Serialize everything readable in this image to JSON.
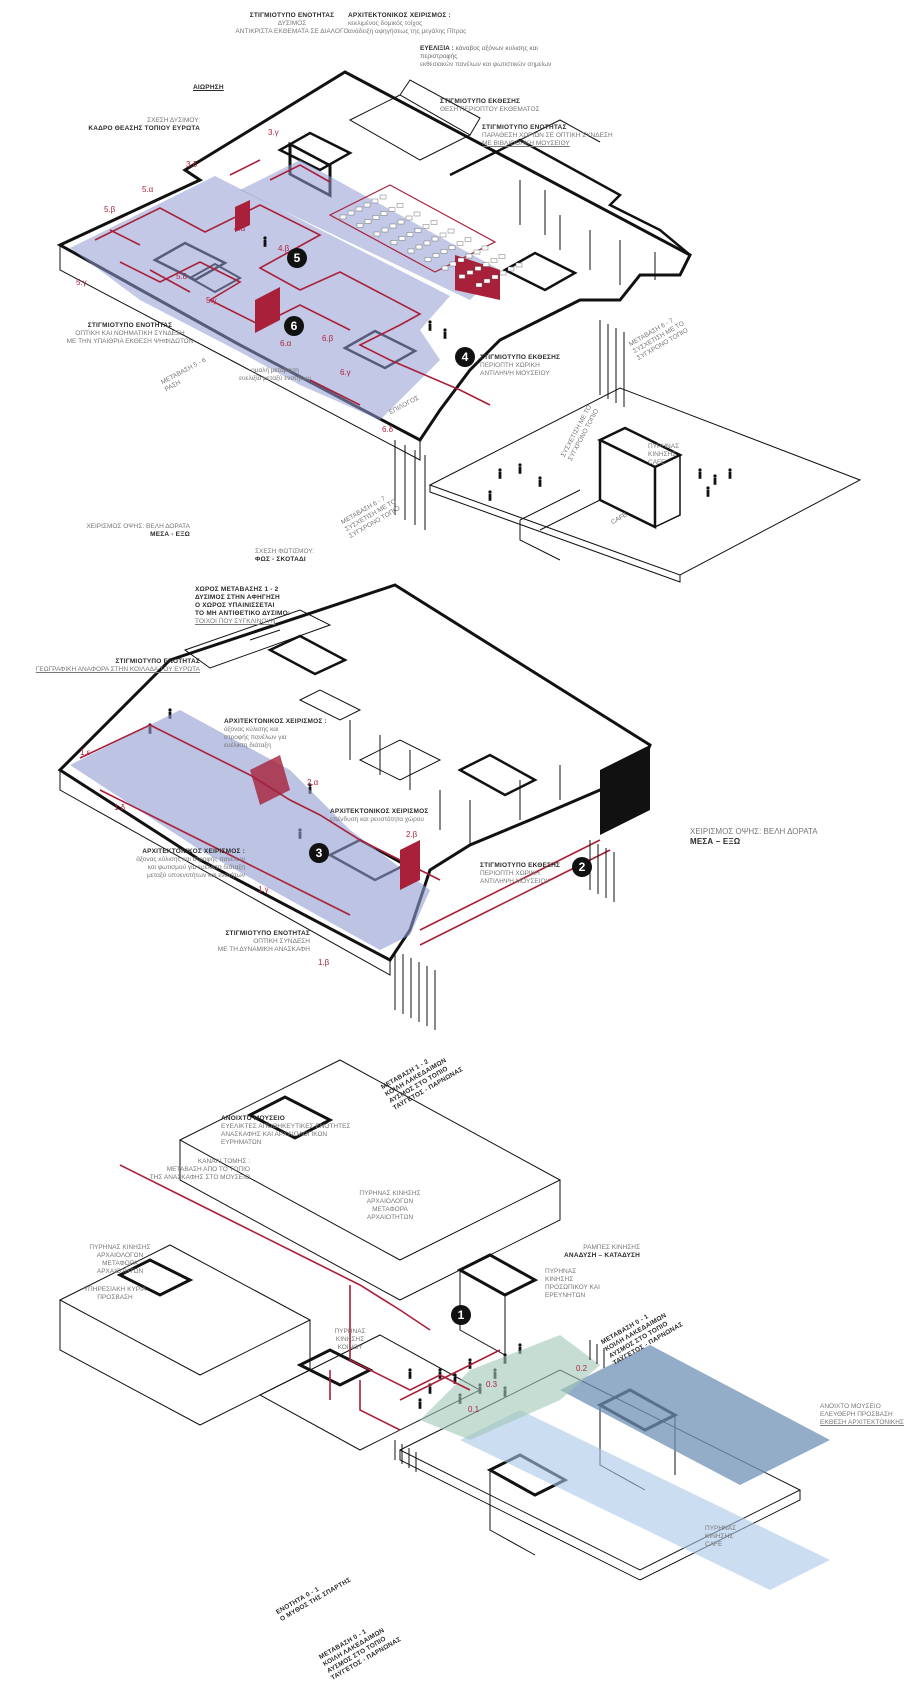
{
  "top_diagram": {
    "stigmiotypo_enotitas_1": {
      "title": "ΣΤΙΓΜΙΟΤΥΠΟ ΕΝΟΤΗΤΑΣ",
      "line1": "ΔΥΣΙΜΟΣ",
      "line2": "ΑΝΤΙΚΡΙΣΤΑ ΕΚΘΕΜΑΤΑ ΣΕ ΔΙΑΛΟΓΟ"
    },
    "arch_cheirismos_1": {
      "title": "ΑΡΧΙΤΕΚΤΟΝΙΚΟΣ ΧΕΙΡΙΣΜΟΣ :",
      "line1": "κεκλιμένος δομικός τοίχος",
      "line2": "ανάδειξη αφηγήσεως της μεγάλης Πίτρας"
    },
    "eyelexia": {
      "title": "ΕΥΕΛΙΞΙΑ :",
      "line1": "κάναβος αξόνων κυλισης και περιστροφής",
      "line2": "εκθεσιακών πανέλων και φωτιστικών σημείων"
    },
    "aiorisi": "ΑΙΩΡΗΣΗ",
    "scheseis_dysimou": {
      "title": "ΣΧΕΣΗ ΔΥΣΙΜΟΥ:",
      "line1": "ΚΑΔΡΟ ΘΕΑΣΗΣ ΤΟΠΙΟΥ ΕΥΡΩΤΑ"
    },
    "stigmiotypo_ekthesis_1": {
      "title": "ΣΤΙΓΜΙΟΤΥΠΟ ΕΚΘΕΣΗΣ",
      "line1": "ΘΕΣΗ ΠΕΡΙΟΠΤΟΥ ΕΚΘΕΜΑΤΟΣ"
    },
    "stigmiotypo_enotitas_2": {
      "title": "ΣΤΙΓΜΙΟΤΥΠΟ ΕΝΟΤΗΤΑΣ",
      "line1": "ΠΑΡΑΘΕΣΗ ΧΩΡΙΩΝ ΣΕ ΟΠΤΙΚΗ ΣΥΝΔΕΣΗ",
      "line2": "ΜΕ ΒΙΒΛΙΟΘΗΚΗ ΜΟΥΣΕΙΟΥ"
    },
    "stigmiotypo_enotitas_3": {
      "title": "ΣΤΙΓΜΙΟΤΥΠΟ ΕΝΟΤΗΤΑΣ",
      "line1": "ΟΠΤΙΚΗ ΚΑΙ ΝΟΗΜΑΤΙΚΗ ΣΥΝΔΕΣΗ",
      "line2": "ΜΕ ΤΗΝ ΥΠΑΙΘΡΙΑ ΕΚΘΕΣΗ ΨΗΦΙΔΩΤΩΝ"
    },
    "stigmiotypo_ekthesis_2": {
      "title": "ΣΤΙΓΜΙΟΤΥΠΟ ΕΚΘΕΣΗΣ",
      "line1": "ΠΕΡΙΟΠΤΗ ΧΩΡΙΚΗ",
      "line2": "ΑΝΤΙΛΗΨΗ ΜΟΥΣΕΙΟΥ"
    },
    "metavasi_56": {
      "line1": "ΜΕΤΑΒΑΣΗ 5 - 6",
      "line2": "ΡΑΣΗ"
    },
    "omali_metavasi": {
      "line1": "ομαλή μετάβαση",
      "line2": "ευελιξία μεταξύ ενοτήτων"
    },
    "metavasi_67": {
      "line1": "ΜΕΤΑΒΑΣΗ 6 - 7",
      "line2": "ΣΥΣΧΕΤΙΣΗ ΜΕ ΤΟ",
      "line3": "ΣΥΓΧΡΟΝΟ ΤΟΠΙΟ"
    },
    "metavasi_67b": {
      "line1": "ΜΕΤΑΒΑΣΗ 6 - 7",
      "line2": "ΣΥΣΧΕΤΙΣΗ ΜΕ ΤΟ",
      "line3": "ΣΥΓΧΡΟΝΟ ΤΟΠΙΟ"
    },
    "syschetisi": {
      "line1": "ΣΥΣΧΕΤΙΣΗ ΜΕ ΤΟ",
      "line2": "ΣΥΓΧΡΟΝΟ ΤΟΠΙΟ"
    },
    "pyrinas_kinisis": {
      "line1": "ΠΥΡΗΝΑΣ",
      "line2": "ΚΙΝΗΣΗΣ",
      "line3": "CAFE"
    },
    "cafe": "CAFE",
    "epilogos": "ΕΠΙΛΟΓΟΣ",
    "space_tags": [
      "3.γ",
      "3.δ",
      "5.α",
      "5.β",
      "4.α",
      "4.β",
      "5.γ",
      "5.δ",
      "5.γ",
      "6.α",
      "6.β",
      "6.γ",
      "6.δ"
    ],
    "numbers": [
      "5",
      "6",
      "4"
    ]
  },
  "middle_diagram": {
    "cheirismos_opsis_1": {
      "line1": "ΧΕΙΡΙΣΜΟΣ ΟΨΗΣ: ΒΕΛΗ ΔΟΡΑΤΑ",
      "line2": "ΜΕΣΑ - ΕΞΩ"
    },
    "schesi_fotismou": {
      "line1": "ΣΧΕΣΗ ΦΩΤΙΣΜΟΥ:",
      "line2": "ΦΩΣ - ΣΚΟΤΑΔΙ"
    },
    "choros_metavasis": {
      "line1": "ΧΩΡΟΣ ΜΕΤΑΒΑΣΗΣ 1 - 2",
      "line2": "ΔΥΣΙΜΟΣ ΣΤΗΝ ΑΦΗΓΗΣΗ",
      "line3": "Ο ΧΩΡΟΣ ΥΠΑΙΝΙΣΣΕΤΑΙ",
      "line4": "ΤΟ ΜΗ ΑΝΤΙΘΕΤΙΚΟ ΔΥΣΙΜΟ:",
      "line5": "ΤΟΙΧΟΙ ΠΟΥ ΣΥΓΚΛΙΝΟΥΝ"
    },
    "stigmiotypo_enotitas_4": {
      "title": "ΣΤΙΓΜΙΟΤΥΠΟ ΕΝΟΤΗΤΑΣ",
      "line1": "ΓΕΩΓΡΑΦΙΚΗ ΑΝΑΦΟΡΑ ΣΤΗΝ ΚΟΙΛΑΔΑ ΤΟΥ ΕΥΡΩΤΑ"
    },
    "arch_cheirismos_2": {
      "title": "ΑΡΧΙΤΕΚΤΟΝΙΚΟΣ ΧΕΙΡΙΣΜΟΣ :",
      "line1": "άξονας κύλισης και",
      "line2": "στροφής πανέλων για",
      "line3": "ευέλικτη διάταξη"
    },
    "arch_cheirismos_3": {
      "title": "ΑΡΧΙΤΕΚΤΟΝΙΚΟΣ ΧΕΙΡΙΣΜΟΣ",
      "line1": "επένδυση και ρευστότητα χώρου"
    },
    "arch_cheirismos_4": {
      "title": "ΑΡΧΙΤΕΚΤΟΝΙΚΟΣ ΧΕΙΡΙΣΜΟΣ :",
      "line1": "άξονας κύλισης και στροφής πανέλων",
      "line2": "και φωτισμού για ευέλικτη διάταξη",
      "line3": "μεταξύ υποενοτήτων και ενοτήτων"
    },
    "cheirismos_opsis_2": {
      "line1": "ΧΕΙΡΙΣΜΟΣ ΟΨΗΣ: ΒΕΛΗ ΔΟΡΑΤΑ",
      "line2": "ΜΕΣΑ – ΕΞΩ"
    },
    "stigmiotypo_ekthesis_3": {
      "title": "ΣΤΙΓΜΙΟΤΥΠΟ ΕΚΘΕΣΗΣ",
      "line1": "ΠΕΡΙΟΠΤΗ ΧΩΡΙΚΗ",
      "line2": "ΑΝΤΙΛΗΨΗ ΜΟΥΣΕΙΟΥ"
    },
    "stigmiotypo_enotitas_5": {
      "title": "ΣΤΙΓΜΙΟΤΥΠΟ ΕΝΟΤΗΤΑΣ",
      "line1": "ΟΠΤΙΚΗ ΣΥΝΔΕΣΗ",
      "line2": "ΜΕ ΤΗ ΔΥΝΑΜΙΚΗ ΑΝΑΣΚΑΦΗ"
    },
    "metavasi_12": {
      "line1": "ΜΕΤΑΒΑΣΗ 1 - 2",
      "line2": "ΚΟΙΛΗ ΛΑΚΕΔΑΙΜΩΝ",
      "line3": "ΑΥΣΜΟΣ ΣΤΟ ΤΟΠΙΟ",
      "line4": "ΤΑΫΓΕΤΟΣ - ΠΑΡΝΩΝΑΣ"
    },
    "space_tags": [
      "1.ε",
      "1.δ",
      "2.α",
      "2.β",
      "1.γ",
      "1.β"
    ],
    "numbers": [
      "3",
      "2"
    ]
  },
  "bottom_diagram": {
    "anoixto_mouseio_1": {
      "title": "ΑΝΟΙΧΤΟ ΜΟΥΣΕΙΟ",
      "line1": "ΕΥΕΛΙΚΤΕΣ ΑΠΟΘΗΚΕΥΤΙΚΕΣ ΕΝΟΤΗΤΕΣ",
      "line2": "ΑΝΑΣΚΑΦΗΣ ΚΑΙ ΑΡΧΑΙΟΛΟΓΙΚΩΝ ΕΥΡΗΜΑΤΩΝ"
    },
    "kanali_tomis": {
      "line1": "ΚΑΝΑΛΙ ΤΟΜΗΣ :",
      "line2": "ΜΕΤΑΒΑΣΗ ΑΠΟ ΤΟ ΤΟΠΙΟ",
      "line3": "ΤΗΣ ΑΝΑΣΚΑΦΗΣ ΣΤΟ ΜΟΥΣΕΙΟ"
    },
    "pyrinas_kinisis_archaiologon": {
      "line1": "ΠΥΡΗΝΑΣ ΚΙΝΗΣΗΣ",
      "line2": "ΑΡΧΑΙΟΛΟΓΩΝ",
      "line3": "ΜΕΤΑΦΟΡΑ",
      "line4": "ΑΡΧΑΙΟΤΗΤΩΝ"
    },
    "rampes_kinisis": {
      "line1": "ΡΑΜΠΕΣ ΚΙΝΗΣΗΣ",
      "line2": "ΑΝΑΔΥΣΗ – ΚΑΤΑΔΥΣΗ"
    },
    "pyrinas_left": {
      "line1": "ΠΥΡΗΝΑΣ ΚΙΝΗΣΗΣ",
      "line2": "ΑΡΧΑΙΟΛΟΓΩΝ",
      "line3": "ΜΕΤΑΦΟΡΑ",
      "line4": "ΑΡΧΑΙΟΤΗΤΩΝ"
    },
    "ypiresiaki": {
      "line1": "ΥΠΗΡΕΣΙΑΚΗ ΚΥΡΙΑ",
      "line2": "ΠΡΟΣΒΑΣΗ"
    },
    "pyrinas_kinisis_small": {
      "line1": "ΠΥΡΗΝΑΣ",
      "line2": "ΚΙΝΗΣΗΣ",
      "line3": "ΚΟΙΝΟΥ"
    },
    "pyrinas_kinisis_right": {
      "line1": "ΠΥΡΗΝΑΣ",
      "line2": "ΚΙΝΗΣΗΣ",
      "line3": "ΠΡΟΣΩΠΙΚΟΥ ΚΑΙ",
      "line4": "ΕΡΕΥΝΗΤΩΝ"
    },
    "metavasi_01": {
      "line1": "ΜΕΤΑΒΑΣΗ 0 - 1",
      "line2": "ΚΟΙΛΗ ΛΑΚΕΔΑΙΜΩΝ",
      "line3": "ΑΥΣΜΟΣ ΣΤΟ ΤΟΠΙΟ",
      "line4": "ΤΑΫΓΕΤΟΣ - ΠΑΡΝΩΝΑΣ"
    },
    "anoixto_mouseio_2": {
      "title": "ΑΝΟΙΧΤΟ ΜΟΥΣΕΙΟ",
      "line1": "ΕΛΕΥΘΕΡΗ ΠΡΟΣΒΑΣΗ",
      "line2": "ΕΚΘΕΣΗ ΑΡΧΙΤΕΚΤΟΝΙΚΗΣ"
    },
    "enotita_0": {
      "line1": "ΕΝΟΤΗΤΑ 0 - 1",
      "line2": "Ο ΜΥΘΟΣ ΤΗΣ ΣΠΑΡΤΗΣ"
    },
    "metavasi_01b": {
      "line1": "ΜΕΤΑΒΑΣΗ 0 - 1",
      "line2": "ΚΟΙΛΗ ΛΑΚΕΔΑΙΜΩΝ",
      "line3": "ΑΥΣΜΟΣ ΣΤΟ ΤΟΠΙΟ",
      "line4": "ΤΑΫΓΕΤΟΣ - ΠΑΡΝΩΝΑΣ"
    },
    "pyrinas_cafe": {
      "line1": "ΠΥΡΗΝΑΣ",
      "line2": "ΚΙΝΗΣΗΣ",
      "line3": "CAFE"
    },
    "space_tags": [
      "0.2",
      "0.3",
      "0.1"
    ],
    "numbers": [
      "1"
    ]
  },
  "colors": {
    "accent_red": "#a8203a",
    "blue_fill": "#8f9bd0",
    "blue_pool": "#6f92b6",
    "green_zone": "#9fc7b6",
    "line": "#111111"
  }
}
